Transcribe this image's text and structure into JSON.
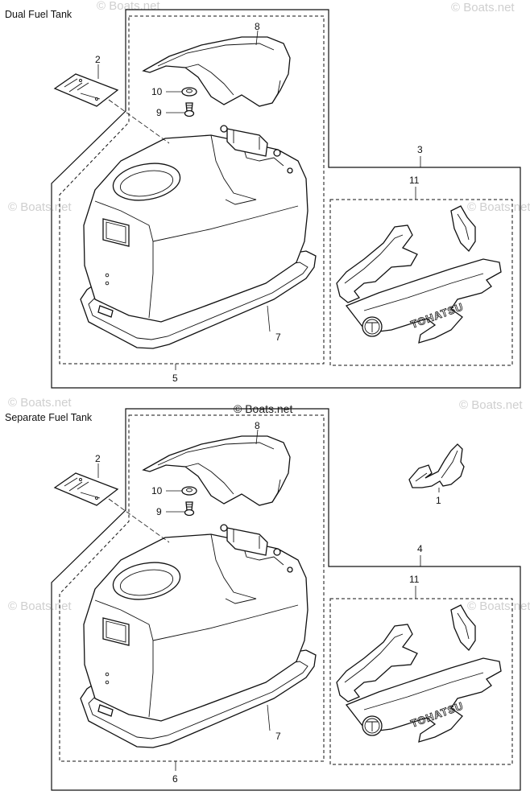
{
  "watermark": "© Boats.net",
  "copyright": "© Boats.net",
  "brand_decal_text": "TOHATSU",
  "sections": [
    {
      "title": "Dual Fuel Tank",
      "callouts": {
        "top_cover": "8",
        "label": "2",
        "washer": "10",
        "screw": "9",
        "seal": "7",
        "assembly": "5",
        "decal_set_group": "3",
        "decal_set": "11"
      }
    },
    {
      "title": "Separate Fuel Tank",
      "callouts": {
        "top_cover": "8",
        "label": "2",
        "washer": "10",
        "screw": "9",
        "seal": "7",
        "assembly": "6",
        "decal_set_group": "4",
        "decal_set": "11",
        "emblem": "1"
      }
    }
  ]
}
